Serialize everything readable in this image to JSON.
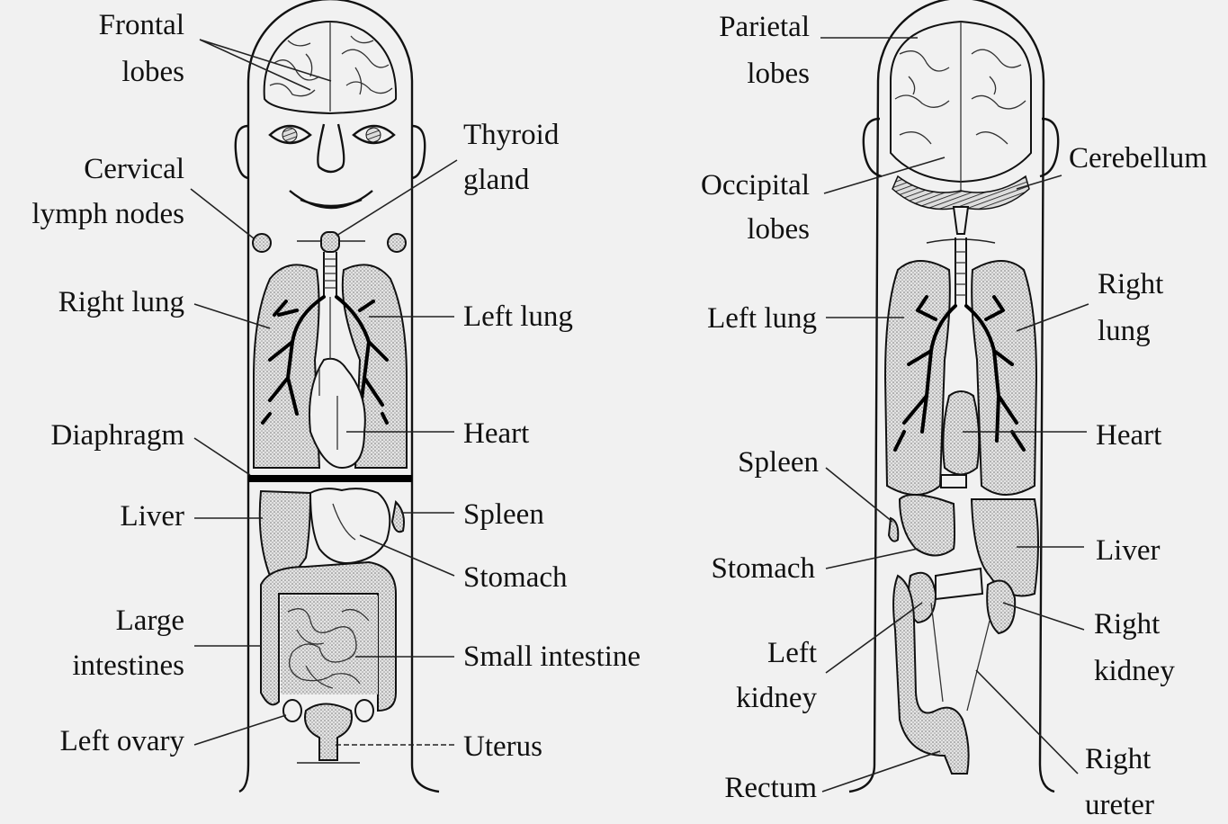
{
  "front_view": {
    "labels": {
      "frontal_lobes": [
        "Frontal",
        "lobes"
      ],
      "cervical_lymph_nodes": [
        "Cervical",
        "lymph nodes"
      ],
      "thyroid_gland": [
        "Thyroid",
        "gland"
      ],
      "right_lung": [
        "Right lung"
      ],
      "left_lung": [
        "Left lung"
      ],
      "diaphragm": [
        "Diaphragm"
      ],
      "heart": [
        "Heart"
      ],
      "liver": [
        "Liver"
      ],
      "spleen": [
        "Spleen"
      ],
      "stomach": [
        "Stomach"
      ],
      "large_intestines": [
        "Large",
        "intestines"
      ],
      "small_intestine": [
        "Small intestine"
      ],
      "left_ovary": [
        "Left ovary"
      ],
      "uterus": [
        "Uterus"
      ]
    }
  },
  "back_view": {
    "labels": {
      "parietal_lobes": [
        "Parietal",
        "lobes"
      ],
      "cerebellum": [
        "Cerebellum"
      ],
      "occipital_lobes": [
        "Occipital",
        "lobes"
      ],
      "left_lung": [
        "Left lung"
      ],
      "right_lung": [
        "Right",
        "lung"
      ],
      "heart": [
        "Heart"
      ],
      "spleen": [
        "Spleen"
      ],
      "liver": [
        "Liver"
      ],
      "stomach": [
        "Stomach"
      ],
      "right_kidney": [
        "Right",
        "kidney"
      ],
      "left_kidney": [
        "Left",
        "kidney"
      ],
      "right_ureter": [
        "Right",
        "ureter"
      ],
      "rectum": [
        "Rectum"
      ]
    }
  }
}
